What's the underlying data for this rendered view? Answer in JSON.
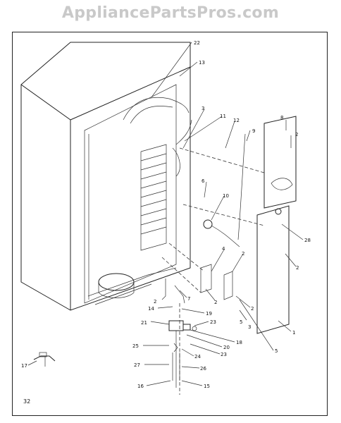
{
  "watermark": "AppliancePartsPros.com",
  "page_number": "32",
  "callouts": [
    "22",
    "13",
    "3",
    "11",
    "12",
    "9",
    "8",
    "2",
    "6",
    "10",
    "28",
    "2",
    "4",
    "2",
    "7",
    "2",
    "2",
    "2",
    "3",
    "5",
    "19",
    "1",
    "5",
    "14",
    "21",
    "23",
    "18",
    "20",
    "23",
    "24",
    "25",
    "26",
    "27",
    "16",
    "15",
    "17"
  ]
}
